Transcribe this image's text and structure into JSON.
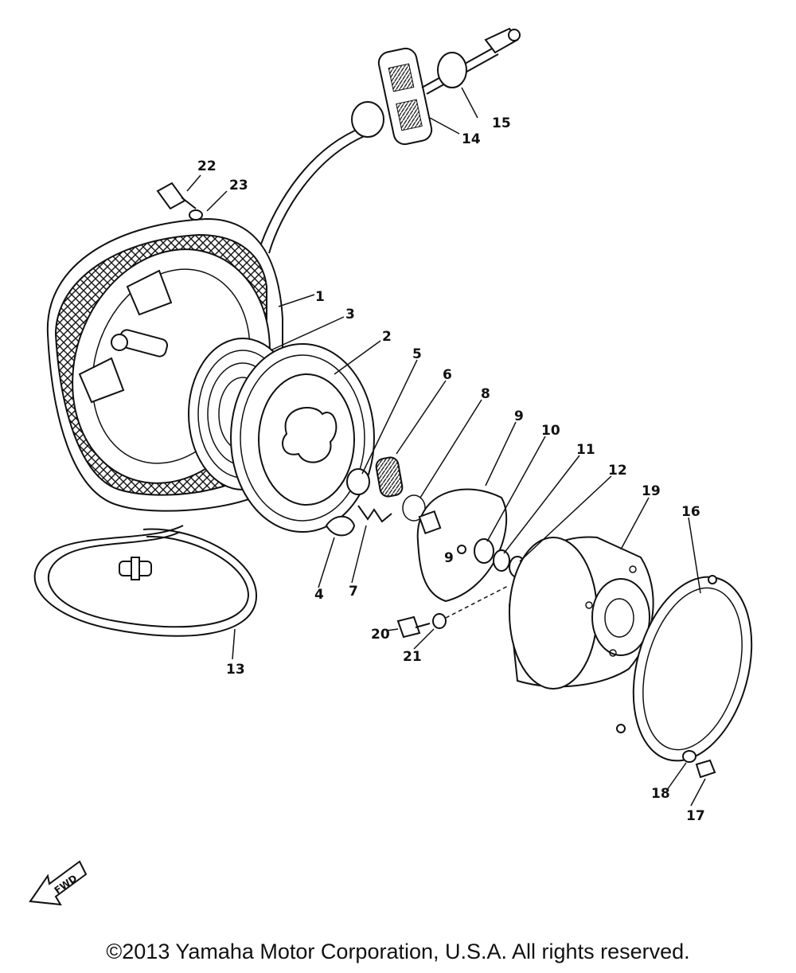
{
  "callouts": {
    "p1": "1",
    "p2": "2",
    "p3": "3",
    "p4": "4",
    "p5": "5",
    "p6": "6",
    "p7": "7",
    "p8": "8",
    "p9": "9",
    "p9b": "9",
    "p10": "10",
    "p11": "11",
    "p12": "12",
    "p13": "13",
    "p14": "14",
    "p15": "15",
    "p16": "16",
    "p17": "17",
    "p18": "18",
    "p19": "19",
    "p20": "20",
    "p21": "21",
    "p22": "22",
    "p23": "23"
  },
  "fwd_marker": "FWD",
  "copyright": "©2013 Yamaha Motor Corporation, U.S.A. All rights reserved."
}
